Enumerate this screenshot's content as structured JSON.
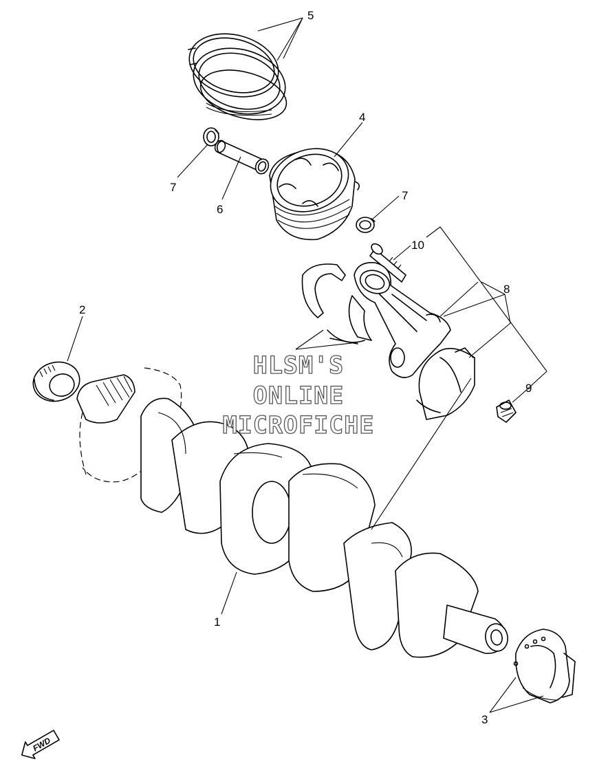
{
  "callouts": [
    {
      "id": "1",
      "text": "1"
    },
    {
      "id": "2",
      "text": "2"
    },
    {
      "id": "3",
      "text": "3"
    },
    {
      "id": "4",
      "text": "4"
    },
    {
      "id": "5",
      "text": "5"
    },
    {
      "id": "6",
      "text": "6"
    },
    {
      "id": "7a",
      "text": "7"
    },
    {
      "id": "7b",
      "text": "7"
    },
    {
      "id": "8",
      "text": "8"
    },
    {
      "id": "9",
      "text": "9"
    },
    {
      "id": "10",
      "text": "10"
    }
  ],
  "watermark": {
    "line1": "HLSM'S",
    "line2": "ONLINE",
    "line3": "MICROFICHE"
  },
  "direction_badge": {
    "text": "FWD",
    "icon": "arrow-icon"
  }
}
